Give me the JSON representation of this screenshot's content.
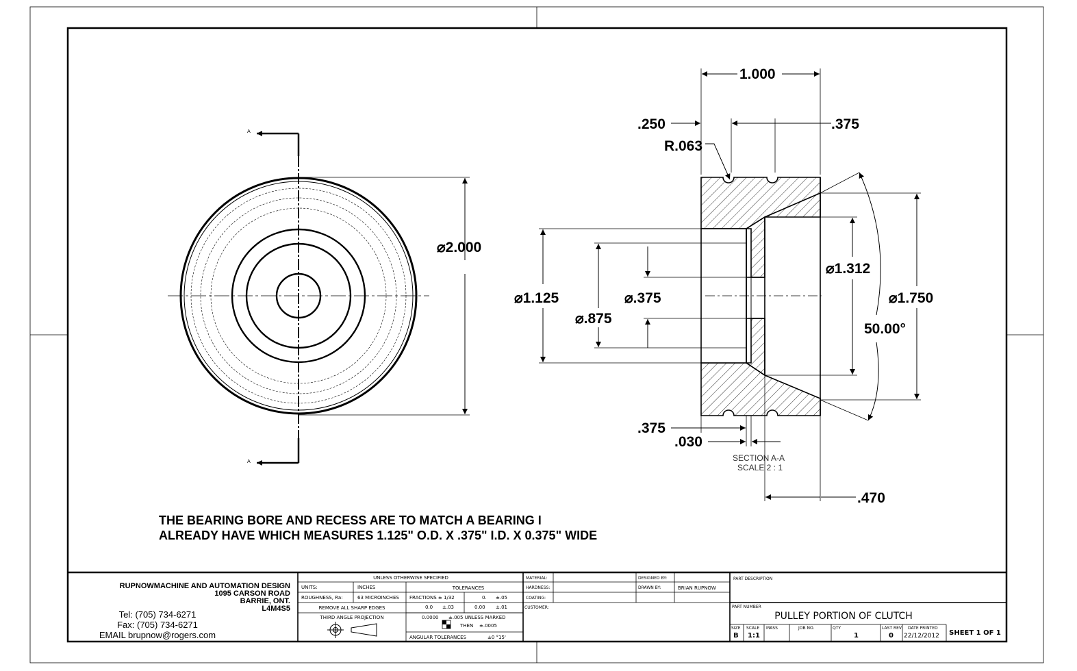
{
  "front_view": {
    "section_mark_top": "A",
    "section_mark_bottom": "A",
    "dia_2000": "⌀2.000"
  },
  "section_view": {
    "dim_1000": "1.000",
    "dim_250": ".250",
    "dim_375_top": ".375",
    "dim_r063": "R.063",
    "dim_1125": "⌀1.125",
    "dim_375_bore": "⌀.375",
    "dim_875": "⌀.875",
    "dim_1312": "⌀1.312",
    "dim_1750": "⌀1.750",
    "dim_50deg": "50.00°",
    "dim_375_bottom": ".375",
    "dim_030": ".030",
    "dim_470": ".470",
    "section_label": "SECTION A-A",
    "scale_label": "SCALE 2 : 1"
  },
  "notes": {
    "line1": "THE BEARING BORE AND RECESS ARE TO MATCH A BEARING I",
    "line2": "ALREADY HAVE WHICH MEASURES 1.125\" O.D. X .375\" I.D. X 0.375\" WIDE"
  },
  "title_block": {
    "company": {
      "name": "RUPNOWMACHINE AND AUTOMATION DESIGN",
      "street": "1095 CARSON ROAD",
      "city": "BARRIE, ONT.",
      "postal": "L4M4S5",
      "tel": "Tel: (705) 734-6271",
      "fax": "Fax: (705) 734-6271",
      "email": "EMAIL brupnow@rogers.com"
    },
    "spec": {
      "heading": "UNLESS OTHERWISE SPECIFIED",
      "units_label": "UNITS:",
      "units_value": "INCHES",
      "roughness_label": "ROUGHNESS, Ra:",
      "roughness_value": "63 MICROINCHES",
      "edges": "REMOVE ALL SHARP EDGES",
      "projection": "THIRD ANGLE PROJECTION",
      "tolerances_heading": "TOLERANCES",
      "fractions": "FRACTIONS ± 1/32",
      "tol_0": "0.",
      "tol_0_val": "±.05",
      "tol_00": "0.0",
      "tol_00_val": "±.03",
      "tol_000": "0.00",
      "tol_000_val": "±.01",
      "tol_0000": "0.0000",
      "tol_0000_val": "±.005 UNLESS MARKED",
      "then": "THEN",
      "then_val": "±.0005",
      "angular": "ANGULAR TOLERANCES",
      "angular_val": "±0 °15'"
    },
    "material": {
      "material_label": "MATERIAL:",
      "hardness_label": "HARDNESS:",
      "coating_label": "COATING:",
      "customer_label": "CUSTOMER:",
      "designed_label": "DESIGNED BY:",
      "drawn_label": "DRAWN BY:",
      "drawn_value": "BRIAN RUPNOW"
    },
    "part": {
      "description_label": "PART DESCRIPTION",
      "number_label": "PART NUMBER",
      "number_value": "PULLEY PORTION OF CLUTCH",
      "size_label": "SIZE",
      "size_value": "B",
      "scale_label": "SCALE",
      "scale_value": "1:1",
      "mass_label": "MASS",
      "job_label": "JOB NO.",
      "qty_label": "QTY",
      "qty_value": "1",
      "rev_label": "LAST REV",
      "rev_value": "0",
      "date_label": "DATE PRINTED",
      "date_value": "22/12/2012",
      "sheet": "SHEET 1 OF 1"
    }
  }
}
